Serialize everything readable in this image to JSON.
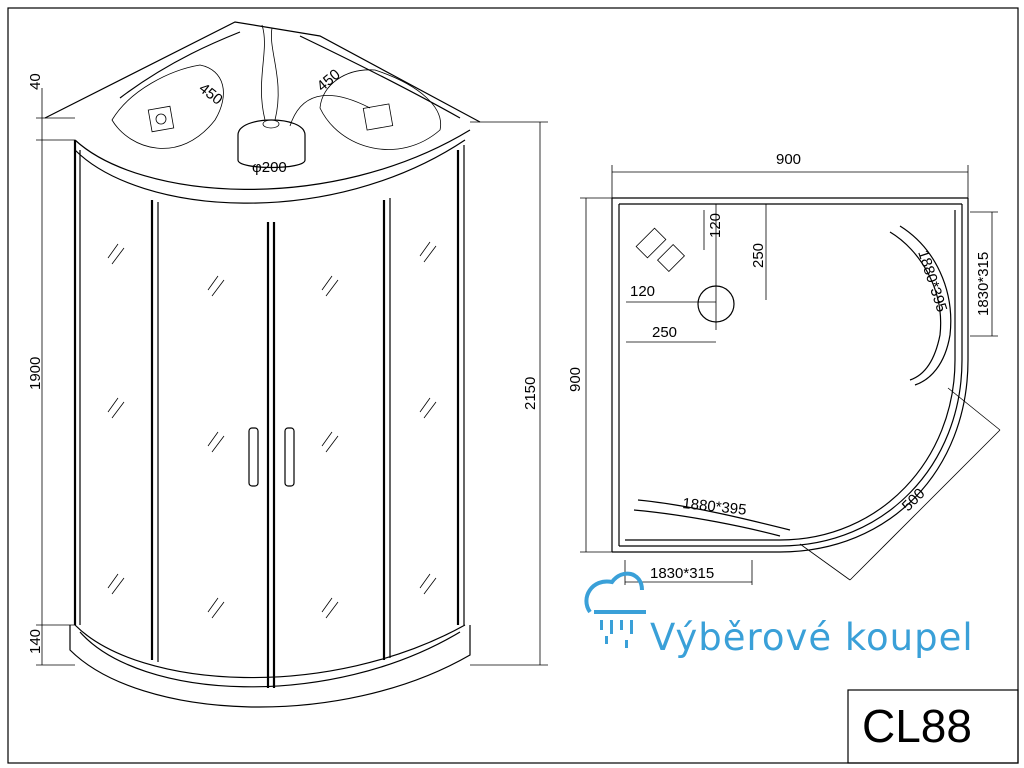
{
  "brand": {
    "text": "Výběrové koupel",
    "color": "#3aa0d8",
    "icon": "shower-head-icon"
  },
  "model": {
    "code": "CL88"
  },
  "front_view": {
    "dims": {
      "top_cap": "40",
      "wall_height": "1900",
      "tray_height": "140",
      "total_height": "2150",
      "left_pod": "450",
      "right_pod": "450",
      "center_diameter": "φ200"
    }
  },
  "plan_view": {
    "dims": {
      "width": "900",
      "depth": "900",
      "offset_x": "120",
      "offset_y": "120",
      "drain_x": "250",
      "drain_y": "250",
      "side_panel": "1830*315",
      "side_panel_vertical": "1830*315",
      "door_curve_right": "1880*395",
      "door_curve_bottom": "1880*395",
      "radius": "500"
    }
  }
}
